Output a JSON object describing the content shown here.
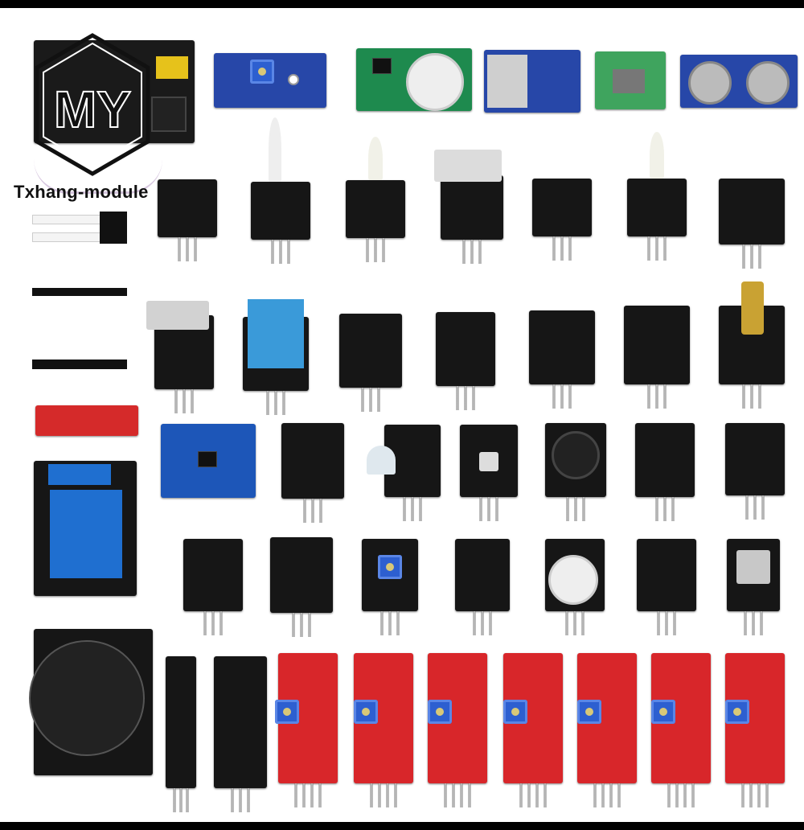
{
  "watermark": {
    "brand_text": "Txhang-module",
    "logo_letters": "MY"
  },
  "photo": {
    "subject": "sensor-module-kit",
    "background_color": "#ffffff",
    "frame_color": "#000000"
  }
}
